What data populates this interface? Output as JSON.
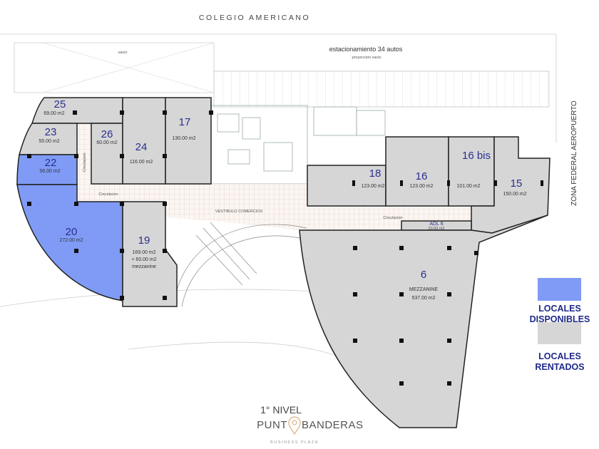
{
  "header": {
    "title": "COLEGIO AMERICANO",
    "parking": "estacionamiento 34 autos",
    "void_projection": "proyeccion vacio",
    "void": "vacio",
    "side_label": "ZONA FEDERAL AEROPUERTO"
  },
  "plan": {
    "circulation": "Circulacion",
    "lobby": "VESTIBULO COMERCIOS",
    "units": [
      {
        "id": "25",
        "area": "69.00 m2",
        "status": "rented"
      },
      {
        "id": "23",
        "area": "55.00 m2",
        "status": "rented"
      },
      {
        "id": "22",
        "area": "56.00 m2",
        "status": "available"
      },
      {
        "id": "20",
        "area": "272.00 m2",
        "status": "available"
      },
      {
        "id": "19",
        "area": "169.00 m2",
        "extra": "+ 60.00 m2",
        "note": "mezzanine",
        "status": "rented"
      },
      {
        "id": "26",
        "area": "60.00 m2",
        "status": "rented"
      },
      {
        "id": "24",
        "area": "116.00 m2",
        "status": "rented"
      },
      {
        "id": "17",
        "area": "130.00 m2",
        "status": "rented"
      },
      {
        "id": "18",
        "area": "123.00 m2",
        "status": "rented"
      },
      {
        "id": "16",
        "area": "123.00 m2",
        "status": "rented"
      },
      {
        "id": "16 bis",
        "area": "101.00 m2",
        "status": "rented"
      },
      {
        "id": "15",
        "area": "150.00 m2",
        "status": "rented"
      },
      {
        "id": "ADL 6",
        "area": "20.00 m2",
        "status": "rented"
      },
      {
        "id": "6",
        "area": "537.00 m2",
        "note": "MEZZANINE",
        "status": "rented"
      }
    ]
  },
  "legend": {
    "available": {
      "label": "LOCALES DISPONIBLES",
      "color": "#7f9bf5"
    },
    "rented": {
      "label": "LOCALES RENTADOS",
      "color": "#d6d6d6"
    }
  },
  "footer": {
    "level": "1° NIVEL",
    "brand_left": "PUNT",
    "brand_right": "BANDERAS",
    "tagline": "BUSINESS PLAZA"
  }
}
